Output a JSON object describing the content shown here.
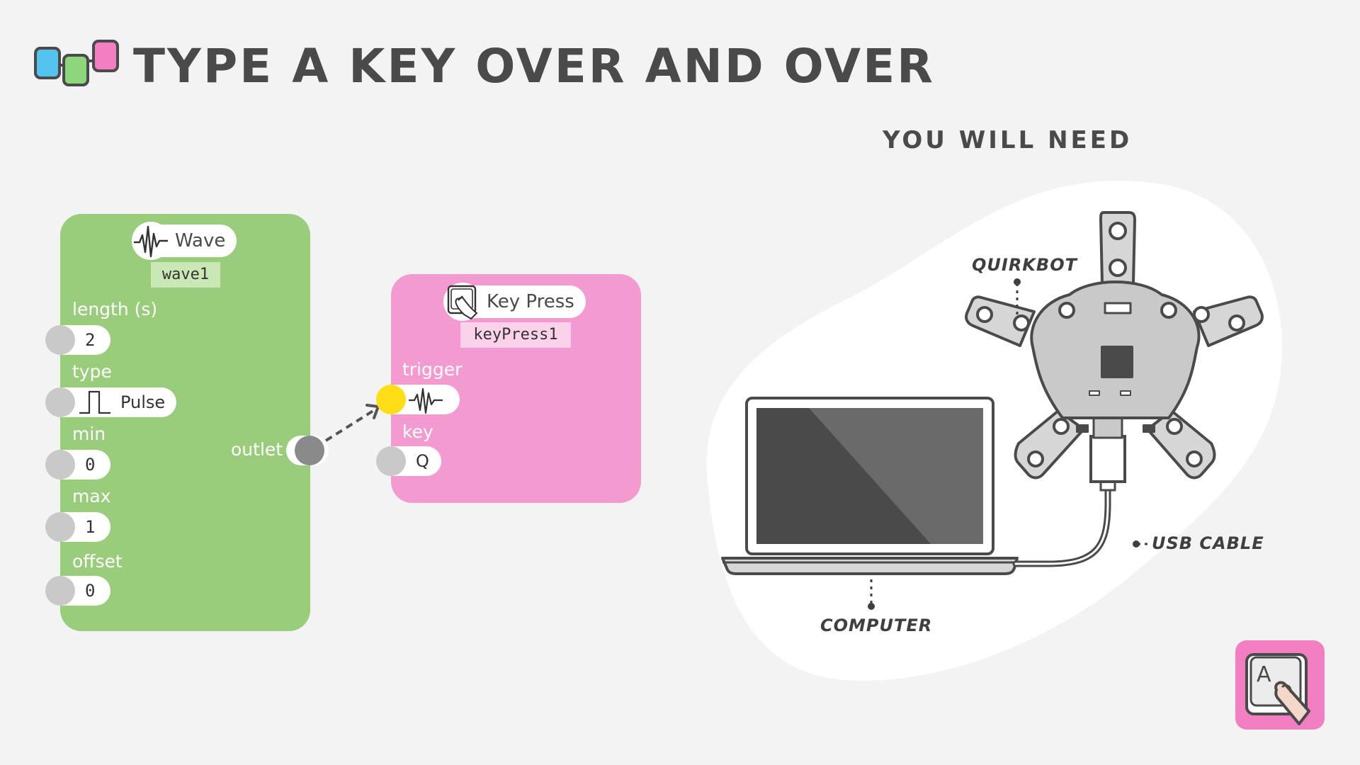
{
  "title": "TYPE A KEY OVER AND OVER",
  "colors": {
    "logo_blue": "#54c3f0",
    "logo_green": "#8ed67c",
    "logo_pink": "#f27fc1",
    "wave_block": "#99cc7b",
    "keypress_block": "#f39bd1",
    "trigger_active": "#ffde17",
    "outlet_knob": "#8a8a8a"
  },
  "wave_node": {
    "name": "Wave",
    "icon": "wave-icon",
    "id": "wave1",
    "params": [
      {
        "label": "length (s)",
        "value": "2"
      },
      {
        "label": "type",
        "value": "Pulse",
        "icon": "pulse-icon"
      },
      {
        "label": "min",
        "value": "0"
      },
      {
        "label": "max",
        "value": "1"
      },
      {
        "label": "offset",
        "value": "0"
      }
    ],
    "outlet_label": "outlet"
  },
  "keypress_node": {
    "name": "Key Press",
    "icon": "key-press-icon",
    "id": "keyPress1",
    "params": [
      {
        "label": "trigger",
        "value": "",
        "icon": "wave-icon"
      },
      {
        "label": "key",
        "value": "Q"
      }
    ]
  },
  "you_will_need": {
    "heading": "YOU WILL NEED",
    "items": {
      "quirkbot": "QUIRKBOT",
      "usb_cable": "USB CABLE",
      "computer": "COMPUTER"
    }
  },
  "app_icon": {
    "icon": "keyboard-key-press-icon",
    "key_letter": "A"
  }
}
